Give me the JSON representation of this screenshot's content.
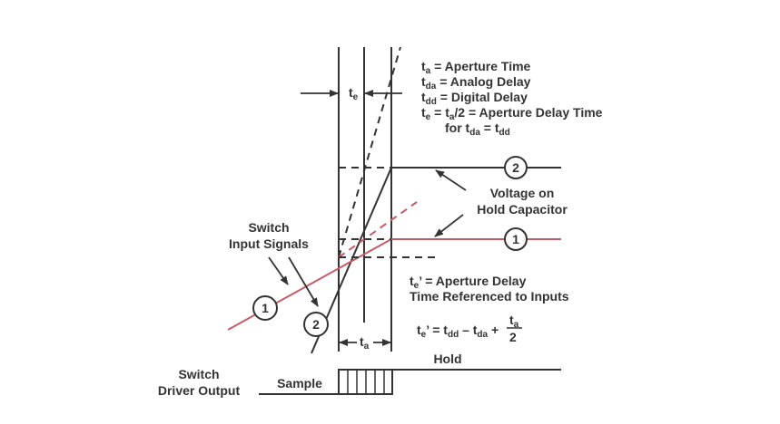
{
  "colors": {
    "black": "#333333",
    "red": "#c85a66"
  },
  "labels": {
    "te_marker": {
      "main": "t",
      "sub": "e"
    },
    "ta_marker": {
      "main": "t",
      "sub": "a"
    },
    "legend": [
      {
        "sym": "t",
        "sub": "a",
        "text": " = Aperture Time"
      },
      {
        "sym": "t",
        "sub": "da",
        "text": " = Analog Delay"
      },
      {
        "sym": "t",
        "sub": "dd",
        "text": " = Digital Delay"
      },
      {
        "sym": "t",
        "sub": "e",
        "text": " = t",
        "sub2": "a",
        "text2": "/2 = Aperture Delay Time"
      },
      {
        "pre": "for t",
        "sub": "da",
        "text": " = t",
        "sub2": "dd"
      }
    ],
    "voltage_on_hold": [
      "Voltage on",
      "Hold Capacitor"
    ],
    "switch_input": [
      "Switch",
      "Input Signals"
    ],
    "te_prime_def": {
      "sym": "t",
      "sub": "e",
      "line1": "’ = Aperture Delay",
      "line2": "Time Referenced to Inputs"
    },
    "formula": {
      "lhs": "t",
      "lhs_sub": "e",
      "eq": "’ = t",
      "s1": "dd",
      "minus": " – t",
      "s2": "da",
      "plus": " + ",
      "num": "t",
      "num_sub": "a",
      "den": "2"
    },
    "hold": "Hold",
    "sample": "Sample",
    "switch_driver": [
      "Switch",
      "Driver Output"
    ],
    "circle_1": "1",
    "circle_2": "2"
  }
}
